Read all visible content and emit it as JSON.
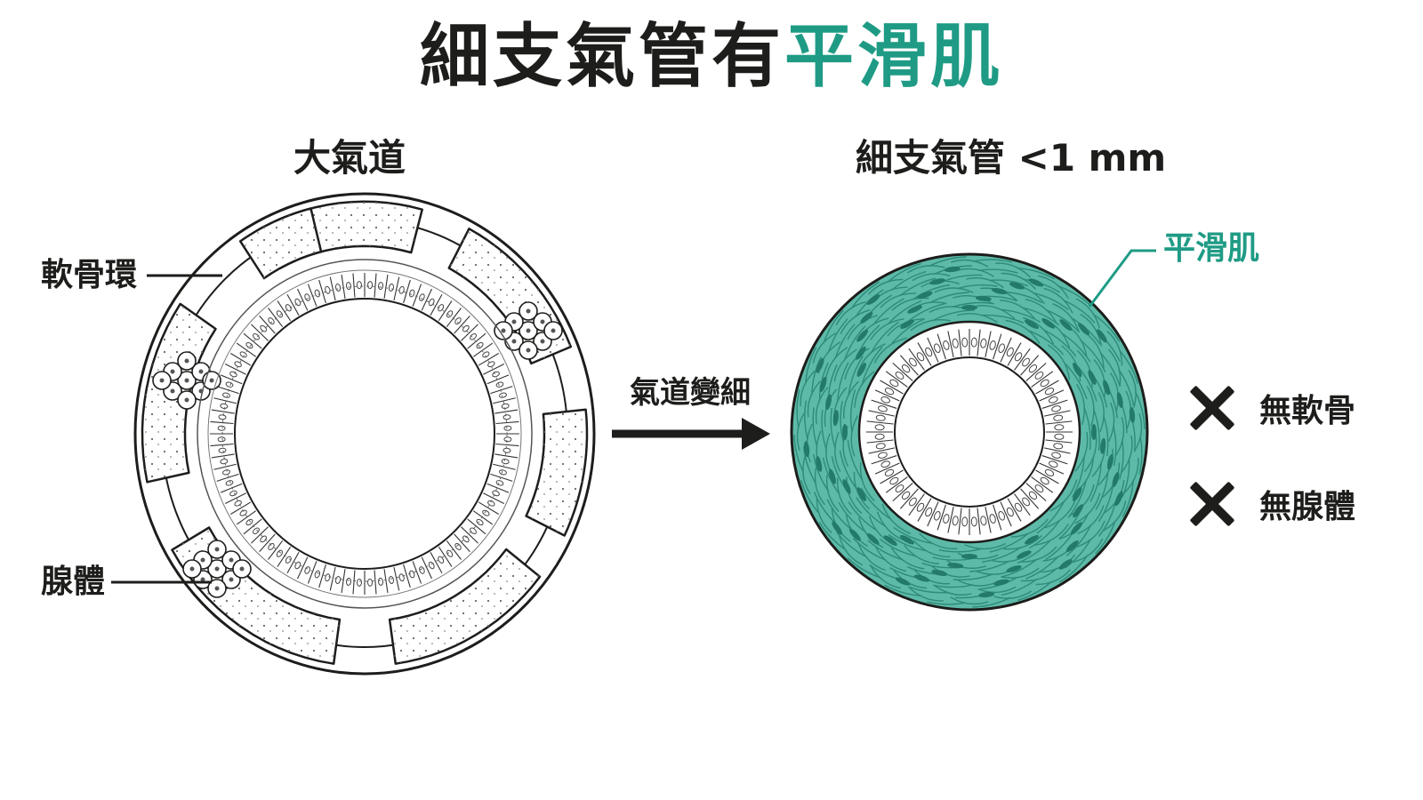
{
  "title": {
    "main": "細支氣管有",
    "accent": "平滑肌"
  },
  "left": {
    "heading": "大氣道",
    "labels": {
      "cartilage": "軟骨環",
      "glands": "腺體"
    }
  },
  "transition": {
    "label": "氣道變細"
  },
  "right": {
    "heading": "細支氣管 <1 mm",
    "labels": {
      "smooth_muscle": "平滑肌"
    },
    "absent": [
      {
        "text": "無軟骨"
      },
      {
        "text": "無腺體"
      }
    ]
  },
  "colors": {
    "accent": "#1f9b85",
    "muscle_fill": "#5dbaa8",
    "ink": "#1d1d1b"
  }
}
